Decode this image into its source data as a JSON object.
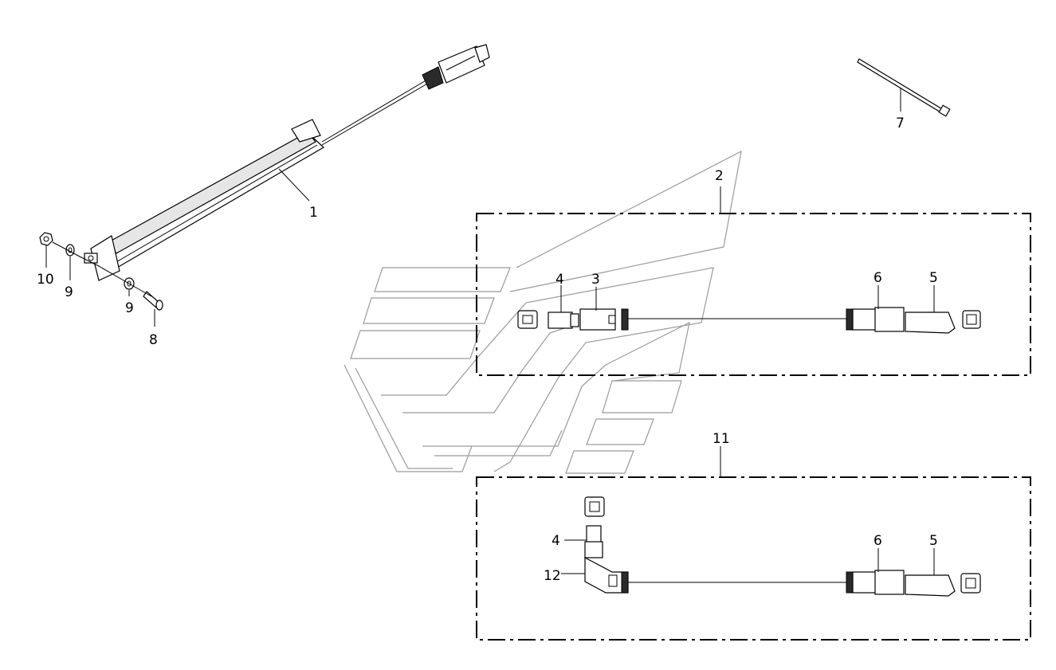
{
  "diagram": {
    "callouts": {
      "c1": "1",
      "c2": "2",
      "c3": "3",
      "c4_top": "4",
      "c4_bottom": "4",
      "c5_top": "5",
      "c5_bottom": "5",
      "c6_top": "6",
      "c6_bottom": "6",
      "c7": "7",
      "c8": "8",
      "c9_left": "9",
      "c9_right": "9",
      "c10": "10",
      "c11": "11",
      "c12": "12"
    },
    "colors": {
      "line": "#000000",
      "watermark": "#9a9a9a",
      "background": "#ffffff"
    }
  }
}
